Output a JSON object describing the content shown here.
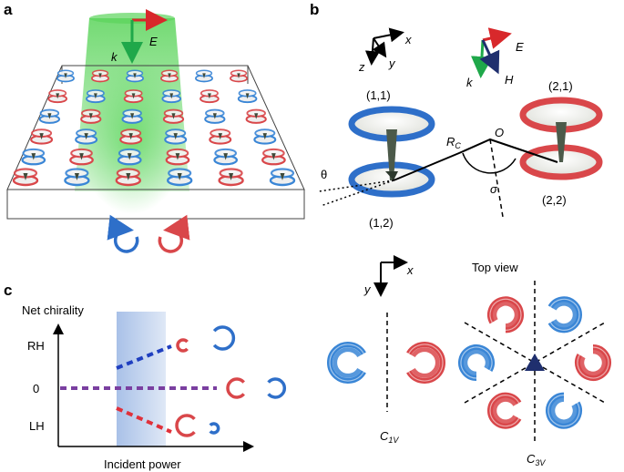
{
  "panels": {
    "a": {
      "label": "a",
      "wave_vector": "k",
      "e_field": "E"
    },
    "b": {
      "label": "b",
      "axes": {
        "x": "x",
        "y": "y",
        "z": "z"
      },
      "fields": {
        "e": "E",
        "h": "H",
        "k": "k"
      },
      "dimer_labels": {
        "top_left": "(1,1)",
        "bottom_left": "(1,2)",
        "top_right": "(2,1)",
        "bottom_right": "(2,2)"
      },
      "rc_main": "R",
      "rc_sub": "C",
      "origin": "O",
      "theta": "θ",
      "sigma": "σ",
      "top_view": {
        "axes": {
          "x": "x",
          "y": "y"
        },
        "title": "Top view",
        "c1v_main": "C",
        "c1v_sub": "1V",
        "c3v_main": "C",
        "c3v_sub": "3V"
      }
    },
    "c": {
      "label": "c",
      "ylabel": "Net chirality",
      "yticks": [
        "RH",
        "0",
        "LH"
      ],
      "xlabel": "Incident power"
    }
  },
  "colors": {
    "blue": "#3a86d6",
    "red": "#d9474a",
    "green": "#22b04b",
    "purple": "#7a3fa0",
    "dark_blue": "#1f2f6e",
    "shade": "#9db6e0"
  }
}
